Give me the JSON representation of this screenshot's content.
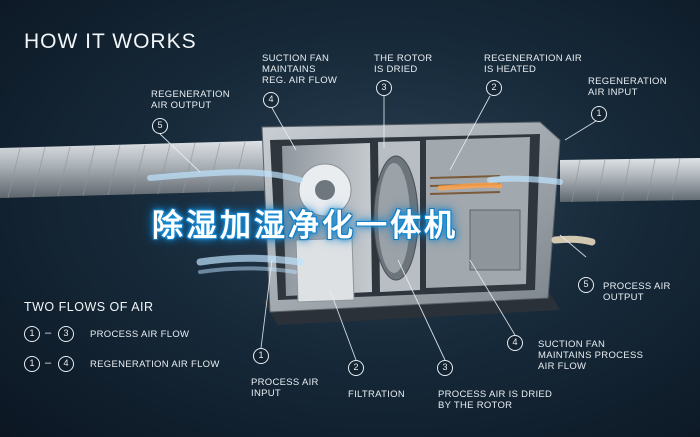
{
  "title": "HOW IT WORKS",
  "banner": "除湿加湿净化一体机",
  "callouts": {
    "c5_top": {
      "num": "5",
      "text": "REGENERATION\nAIR OUTPUT"
    },
    "c4_top": {
      "num": "4",
      "text": "SUCTION FAN\nMAINTAINS\nREG. AIR FLOW"
    },
    "c3_top": {
      "num": "3",
      "text": "THE ROTOR\nIS DRIED"
    },
    "c2_top": {
      "num": "2",
      "text": "REGENERATION AIR\nIS HEATED"
    },
    "c1_top": {
      "num": "1",
      "text": "REGENERATION\nAIR INPUT"
    },
    "c5_right": {
      "num": "5",
      "text": "PROCESS AIR\nOUTPUT"
    },
    "c4_bottom": {
      "num": "4",
      "text": "SUCTION FAN\nMAINTAINS PROCESS\nAIR FLOW"
    },
    "c1_bottom": {
      "num": "1",
      "text": "PROCESS AIR\nINPUT"
    },
    "c2_bottom": {
      "num": "2",
      "text": "FILTRATION"
    },
    "c3_bottom": {
      "num": "3",
      "text": "PROCESS AIR IS DRIED\nBY THE ROTOR"
    }
  },
  "flows": {
    "title": "TWO FLOWS OF AIR",
    "rows": [
      {
        "from": "1",
        "to": "3",
        "label": "PROCESS AIR FLOW"
      },
      {
        "from": "1",
        "to": "4",
        "label": "REGENERATION AIR FLOW"
      }
    ]
  }
}
